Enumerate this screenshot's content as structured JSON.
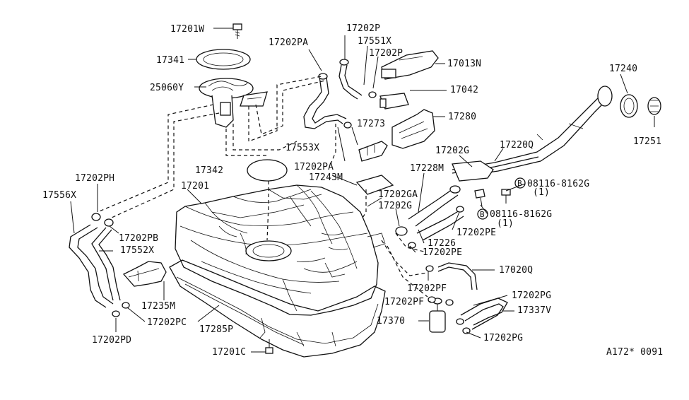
{
  "labels": {
    "p17201W": "17201W",
    "p17341": "17341",
    "p25060Y": "25060Y",
    "p17202PA_top": "17202PA",
    "p17202P_top": "17202P",
    "p17551X": "17551X",
    "p17202P_mid": "17202P",
    "p17013N": "17013N",
    "p17042": "17042",
    "p17280": "17280",
    "p17273": "17273",
    "p17553X": "17553X",
    "p17240": "17240",
    "p17251": "17251",
    "p17220Q": "17220Q",
    "p17202G_top": "17202G",
    "p17342": "17342",
    "p17202PA_mid": "17202PA",
    "p17243M": "17243M",
    "p17228M": "17228M",
    "p17202PH": "17202PH",
    "p17201": "17201",
    "p17202GA": "17202GA",
    "p17202G_mid": "17202G",
    "p08116_a": "08116-8162G",
    "p08116_a_qty": "(1)",
    "p08116_b": "08116-8162G",
    "p08116_b_qty": "(1)",
    "p17556X": "17556X",
    "p17202PB": "17202PB",
    "p17202PE_a": "17202PE",
    "p17226": "17226",
    "p17552X": "17552X",
    "p17202PE_b": "17202PE",
    "p17020Q": "17020Q",
    "p17202PF_a": "17202PF",
    "p17235M": "17235M",
    "p17202PG_a": "17202PG",
    "p17202PF_b": "17202PF",
    "p17337V": "17337V",
    "p17202PC": "17202PC",
    "p17370": "17370",
    "p17285P": "17285P",
    "p17202PG_b": "17202PG",
    "p17202PD": "17202PD",
    "p17201C": "17201C",
    "figure_code": "A172* 0091"
  },
  "bolt_marker": "B"
}
